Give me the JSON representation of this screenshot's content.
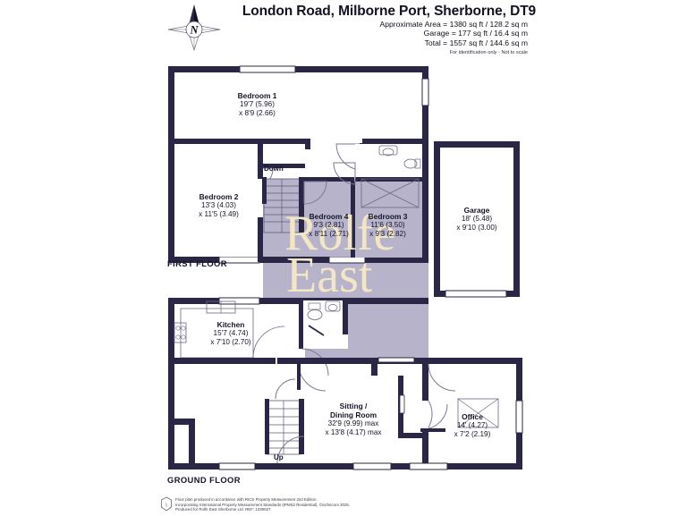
{
  "header": {
    "title": "London Road, Milborne Port, Sherborne, DT9",
    "approx_area": "Approximate Area = 1380 sq ft / 128.2 sq m",
    "garage_area": "Garage = 177 sq ft / 16.4 sq m",
    "total_area": "Total = 1557 sq ft / 144.6 sq m",
    "disclaimer": "For identification only - Not to scale"
  },
  "compass": {
    "label": "N",
    "name": "compass-rose"
  },
  "watermark": {
    "line1": "Rolfe",
    "line2": "East",
    "color": "#f3e6c4"
  },
  "floors": [
    {
      "id": "first",
      "label": "FIRST FLOOR"
    },
    {
      "id": "ground",
      "label": "GROUND FLOOR"
    }
  ],
  "stairs": [
    {
      "id": "down",
      "label": "Down"
    },
    {
      "id": "up",
      "label": "Up"
    }
  ],
  "rooms": [
    {
      "id": "bedroom-1",
      "name": "Bedroom 1",
      "dim1": "19'7 (5.96)",
      "dim2": "x 8'9 (2.66)",
      "floor": "first"
    },
    {
      "id": "bedroom-2",
      "name": "Bedroom 2",
      "dim1": "13'3 (4.03)",
      "dim2": "x 11'5 (3.49)",
      "floor": "first"
    },
    {
      "id": "bedroom-3",
      "name": "Bedroom 3",
      "dim1": "11'6 (3.50)",
      "dim2": "x 9'3 (2.82)",
      "floor": "first"
    },
    {
      "id": "bedroom-4",
      "name": "Bedroom 4",
      "dim1": "9'3 (2.81)",
      "dim2": "x 8'11 (2.71)",
      "floor": "first"
    },
    {
      "id": "garage",
      "name": "Garage",
      "dim1": "18' (5.48)",
      "dim2": "x 9'10 (3.00)",
      "floor": "first"
    },
    {
      "id": "kitchen",
      "name": "Kitchen",
      "dim1": "15'7 (4.74)",
      "dim2": "x 7'10 (2.70)",
      "floor": "ground"
    },
    {
      "id": "sitting-dining-room",
      "name": "Sitting /",
      "name2": "Dining Room",
      "dim1": "32'9 (9.99) max",
      "dim2": "x 13'8 (4.17) max",
      "floor": "ground"
    },
    {
      "id": "office",
      "name": "Office",
      "dim1": "14' (4.27)",
      "dim2": "x 7'2 (2.19)",
      "floor": "ground"
    }
  ],
  "footer": {
    "line1": "Floor plan produced in accordance with RICS Property Measurement 2nd Edition.",
    "line2": "Incorporating International Property Measurement Standards (IPMS2 Residential).   ©nichecom 2025.",
    "line3": "Produced for Rolfe East Sherborne Ltd.    REF: 1339027"
  },
  "colors": {
    "wall": "#2a2746",
    "room_fill": "#ffffff",
    "shade_fill": "#b6b3cb",
    "watermark": "#f3e6c4",
    "text": "#141428"
  }
}
